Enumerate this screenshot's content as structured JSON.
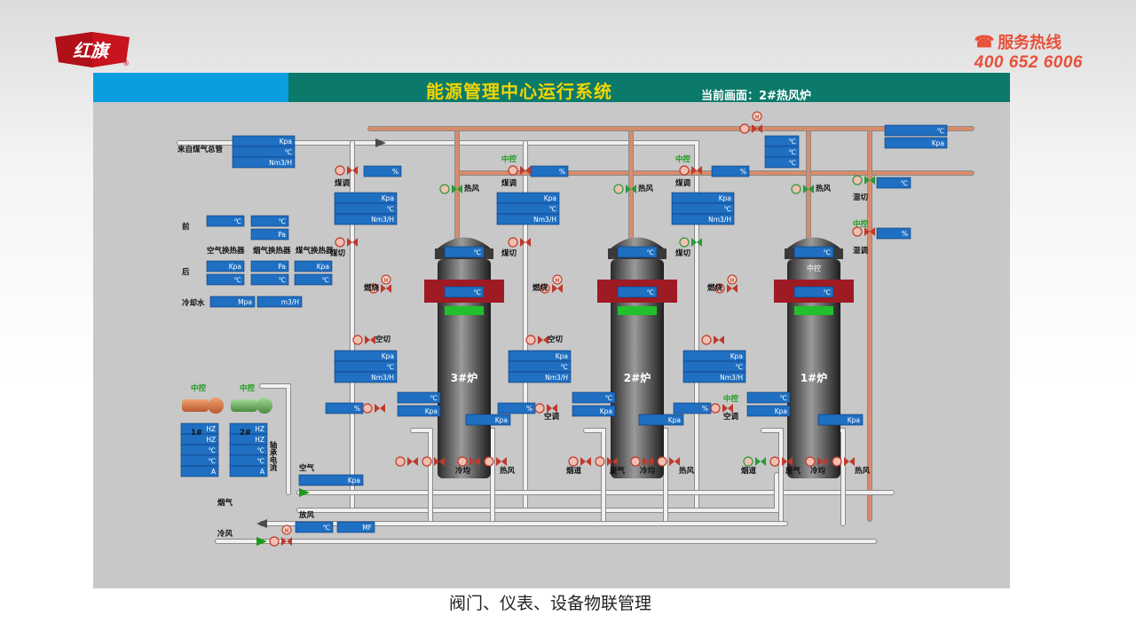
{
  "brand": {
    "logo_text": "红旗",
    "reg_mark": "®",
    "hotline_label": "服务热线",
    "hotline_number": "400 652 6006"
  },
  "header": {
    "title": "能源管理中心运行系统",
    "current_screen": "当前画面：2#热风炉"
  },
  "caption": "阀门、仪表、设备物联管理",
  "colors": {
    "panel_bg": "#c8c8c8",
    "meter_blue": "#1f6fc2",
    "pipe": "#f0f0f0",
    "hot_pipe": "#d98c6a",
    "title_yellow": "#f3d400",
    "label_green": "#1a9a1a"
  },
  "labels": {
    "gas_main": "来自煤气总管",
    "front": "前",
    "rear": "后",
    "air_hx": "空气换热器",
    "flue_hx": "烟气换热器",
    "gas_hx": "煤气换热器",
    "cooling_water": "冷却水",
    "central": "中控",
    "bearing_current": "轴承电流",
    "air": "空气",
    "flue_gas": "烟气",
    "cold_air": "冷风",
    "vent_air": "放风",
    "gas_adjust": "煤调",
    "gas_cut": "煤切",
    "hot_air": "热风",
    "combustion": "燃烧",
    "air_cut": "空切",
    "air_adjust": "空调",
    "cold_equal": "冷均",
    "flue_bypass": "烟道",
    "waste_gas": "废气",
    "mix_cut": "混切",
    "mix_adjust": "混调",
    "fan1": "1#",
    "fan2": "2#",
    "motor": "M"
  },
  "units": {
    "kpa": "Kpa",
    "c": "℃",
    "nm3h": "Nm3/H",
    "pct": "%",
    "pa": "Pa",
    "mpa": "Mpa",
    "m3h": "m3/H",
    "hz": "HZ",
    "a": "A",
    "mf": "MF"
  },
  "furnaces": [
    {
      "name": "3#炉"
    },
    {
      "name": "2#炉"
    },
    {
      "name": "1#炉",
      "dome_label": "中控"
    }
  ]
}
